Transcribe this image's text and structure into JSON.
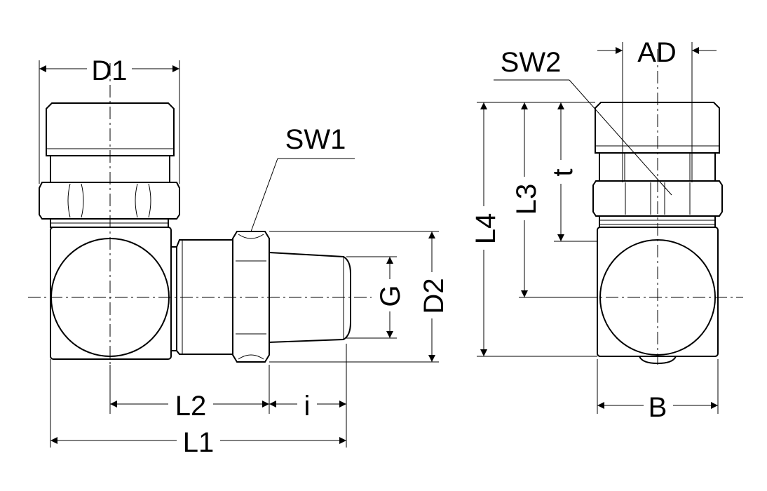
{
  "labels": {
    "d1": "D1",
    "sw1": "SW1",
    "g": "G",
    "d2": "D2",
    "l2": "L2",
    "i": "i",
    "l1": "L1",
    "sw2": "SW2",
    "ad": "AD",
    "l4": "L4",
    "l3": "L3",
    "t": "t",
    "b": "B"
  },
  "colors": {
    "line": "#000000",
    "background": "#ffffff"
  }
}
